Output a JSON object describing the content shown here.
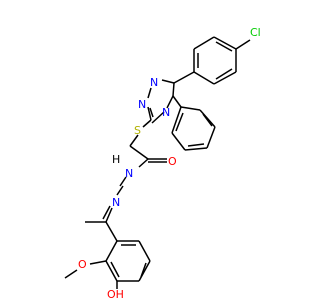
{
  "molecule": {
    "atoms": {
      "cl": "Cl",
      "n_triazole_top": "N",
      "n_triazole_left": "N",
      "n_triazole_phenyl": "N",
      "s_thioether": "S",
      "o_carbonyl": "O",
      "nh_hydrazide": "H",
      "n_hydrazide": "N",
      "n_imine": "N",
      "o_methoxy": "O",
      "oh_hydroxyl": "OH"
    }
  },
  "colors": {
    "bond": "#000000",
    "nitrogen": "#0000ff",
    "oxygen": "#ff0000",
    "sulfur": "#b2b200",
    "chlorine": "#00cc00",
    "hydrogen": "#000000"
  }
}
